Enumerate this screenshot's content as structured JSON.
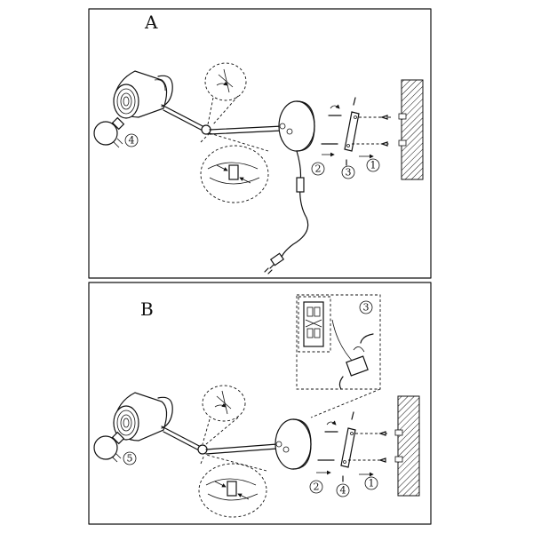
{
  "panels": [
    {
      "letter": "A",
      "steps": {
        "wall": "1",
        "screws": "2",
        "bracket": "3",
        "bulb": "4"
      }
    },
    {
      "letter": "B",
      "steps": {
        "wall": "1",
        "screws": "2",
        "wiring": "3",
        "bracket": "4",
        "bulb": "5"
      }
    }
  ]
}
